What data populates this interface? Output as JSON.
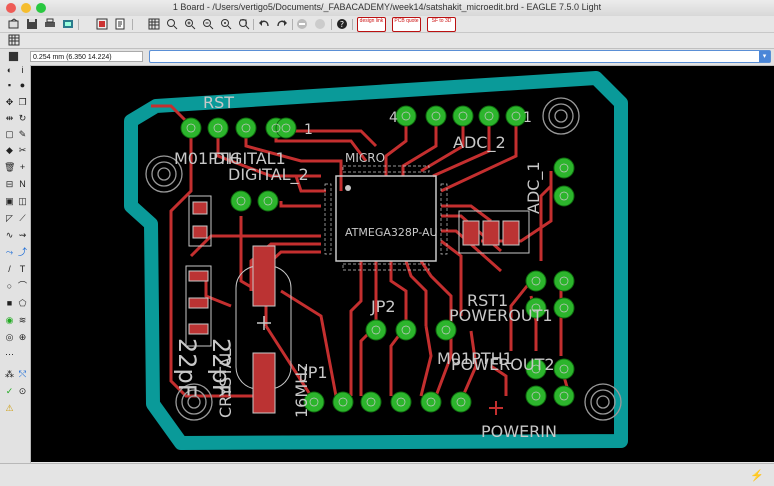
{
  "window": {
    "title": "1 Board - /Users/vertigo5/Documents/_FABACADEMY/week14/satshakit_microedit.brd - EAGLE 7.5.0 Light"
  },
  "toolbar": {
    "badges": [
      {
        "label": "design link"
      },
      {
        "label": "PCB quote"
      },
      {
        "label": "SF to 3D"
      }
    ]
  },
  "params": {
    "coordinate": "0.254 mm (6.350 14.224)",
    "command": ""
  },
  "board": {
    "labels": {
      "rst": "RST",
      "m01pth": "M01PTH",
      "digital1": "DIGITAL1",
      "digital2": "DIGITAL_2",
      "micro": "MICRO",
      "atmega": "ATMEGA328P-AU",
      "adc2": "ADC_2",
      "adc1": "ADC_1",
      "jp2": "JP2",
      "rst1": "RST1",
      "powerout1": "POWEROUT1",
      "poweout2": "POWEROUT2",
      "m01pth1": "M01PTH1",
      "jp1": "JP1",
      "powerin": "POWERIN",
      "crystal": "CRYSTAL",
      "mhz": "16MHz",
      "cap1": "22pF",
      "cap2": "22pF",
      "pin1_a": "1",
      "pin1_b": "1",
      "pin4": "4"
    }
  },
  "colors": {
    "outline": "#0a9a99",
    "trace": "#c42f2f",
    "pad": "#2cb52c",
    "silk": "#c8c8c8",
    "background": "#000000"
  }
}
